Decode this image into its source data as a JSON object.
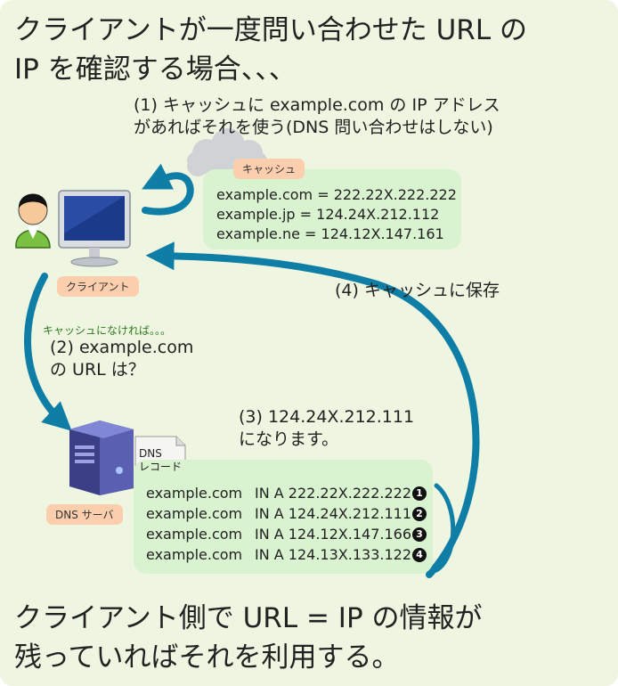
{
  "title": {
    "line1": "クライアントが一度問い合わせた URL の",
    "line2": "IP を確認する場合、、、"
  },
  "step1": {
    "line1": "(1) キャッシュに example.com の IP アドレス",
    "line2": "があればそれを使う(DNS 問い合わせはしない)"
  },
  "cache": {
    "tag": "キャッシュ",
    "entries": [
      "example.com = 222.22X.222.222",
      "example.jp = 124.24X.212.112",
      "example.ne = 124.12X.147.161"
    ]
  },
  "client_label": "クライアント",
  "step4": "(4) キャッシュに保存",
  "step2": {
    "prefix": "キャッシュになければ。。。",
    "line1": "(2) example.com",
    "line2": "の URL は？"
  },
  "step3": {
    "line1": "(3) 124.24X.212.111",
    "line2": "になります。"
  },
  "dns_doc": {
    "line1": "DNS",
    "line2": "レコード"
  },
  "dns_server_label": "DNS サーバ",
  "records": [
    {
      "name": "example.com",
      "value": "IN A 222.22X.222.222",
      "badge": "1"
    },
    {
      "name": "example.com",
      "value": "IN A 124.24X.212.111",
      "badge": "2"
    },
    {
      "name": "example.com",
      "value": "IN A 124.12X.147.166",
      "badge": "3"
    },
    {
      "name": "example.com",
      "value": "IN A 124.13X.133.122",
      "badge": "4"
    }
  ],
  "footer": {
    "line1": "クライアント側で URL = IP の情報が",
    "line2": "残っていればそれを利用する。"
  },
  "colors": {
    "arrow": "#0e7ea6",
    "background": "#eef5e0",
    "box": "#d9f2cf",
    "tag": "#fbcfae"
  }
}
